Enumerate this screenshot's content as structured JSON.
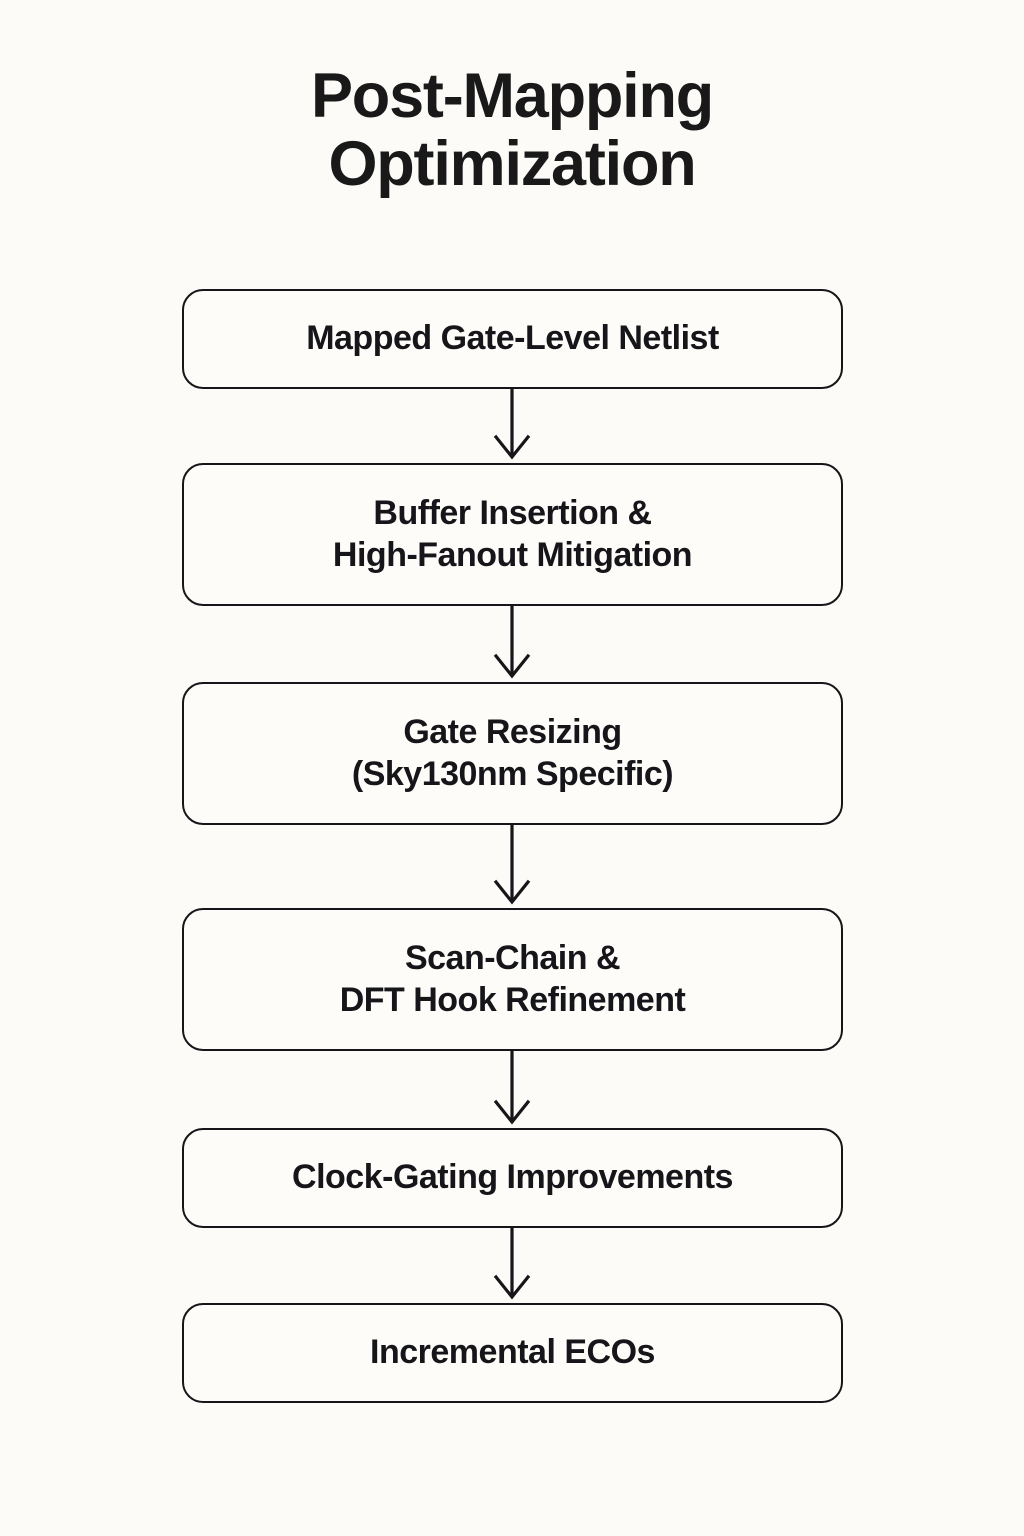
{
  "page": {
    "title": "Post-Mapping\nOptimization",
    "background_color": "#fdfbf7",
    "ink_color": "#16161a",
    "box_fill_color": "#fdfcf9"
  },
  "flow": {
    "orientation": "vertical-top-to-bottom",
    "connector_style": "line-with-open-chevron-arrowhead",
    "steps": [
      {
        "id": "box-1",
        "label": "Mapped Gate-Level Netlist",
        "lines": 1
      },
      {
        "id": "box-2",
        "label": "Buffer Insertion &\nHigh-Fanout Mitigation",
        "lines": 2
      },
      {
        "id": "box-3",
        "label": "Gate Resizing\n(Sky130nm Specific)",
        "lines": 2
      },
      {
        "id": "box-4",
        "label": "Scan-Chain &\nDFT Hook Refinement",
        "lines": 2
      },
      {
        "id": "box-5",
        "label": "Clock-Gating Improvements",
        "lines": 1
      },
      {
        "id": "box-6",
        "label": "Incremental ECOs",
        "lines": 1
      }
    ],
    "connectors": [
      {
        "id": "arrow-1",
        "from": "box-1",
        "to": "box-2"
      },
      {
        "id": "arrow-2",
        "from": "box-2",
        "to": "box-3"
      },
      {
        "id": "arrow-3",
        "from": "box-3",
        "to": "box-4"
      },
      {
        "id": "arrow-4",
        "from": "box-4",
        "to": "box-5"
      },
      {
        "id": "arrow-5",
        "from": "box-5",
        "to": "box-6"
      }
    ]
  }
}
